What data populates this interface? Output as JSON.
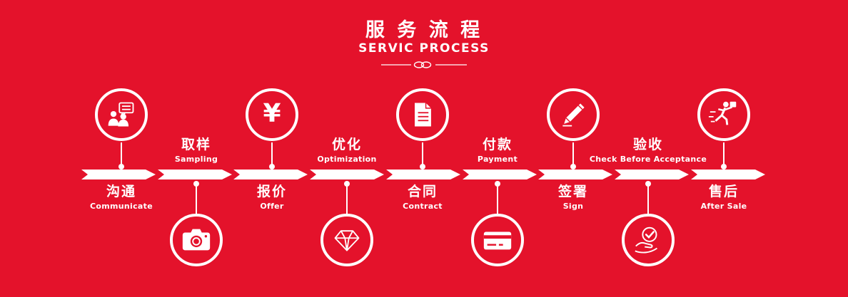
{
  "colors": {
    "background": "#e4122b",
    "foreground": "#ffffff"
  },
  "header": {
    "title": "服 务 流 程",
    "subtitle": "SERVIC PROCESS",
    "divider_icon": "chain-link-icon"
  },
  "steps": [
    {
      "zh": "沟通",
      "en": "Communicate",
      "icon": "people-chat-icon",
      "icon_position": "above",
      "label_position": "below"
    },
    {
      "zh": "取样",
      "en": "Sampling",
      "icon": "camera-icon",
      "icon_position": "below",
      "label_position": "above"
    },
    {
      "zh": "报价",
      "en": "Offer",
      "glyph": "¥",
      "icon": "yuan-icon",
      "icon_position": "above",
      "label_position": "below"
    },
    {
      "zh": "优化",
      "en": "Optimization",
      "icon": "diamond-icon",
      "icon_position": "below",
      "label_position": "above"
    },
    {
      "zh": "合同",
      "en": "Contract",
      "icon": "document-icon",
      "icon_position": "above",
      "label_position": "below"
    },
    {
      "zh": "付款",
      "en": "Payment",
      "icon": "credit-card-icon",
      "icon_position": "below",
      "label_position": "above"
    },
    {
      "zh": "签署",
      "en": "Sign",
      "icon": "pencil-icon",
      "icon_position": "above",
      "label_position": "below"
    },
    {
      "zh": "验收",
      "en": "Check Before Acceptance",
      "icon": "hand-check-icon",
      "icon_position": "below",
      "label_position": "above"
    },
    {
      "zh": "售后",
      "en": "After Sale",
      "icon": "delivery-icon",
      "icon_position": "above",
      "label_position": "below"
    }
  ]
}
